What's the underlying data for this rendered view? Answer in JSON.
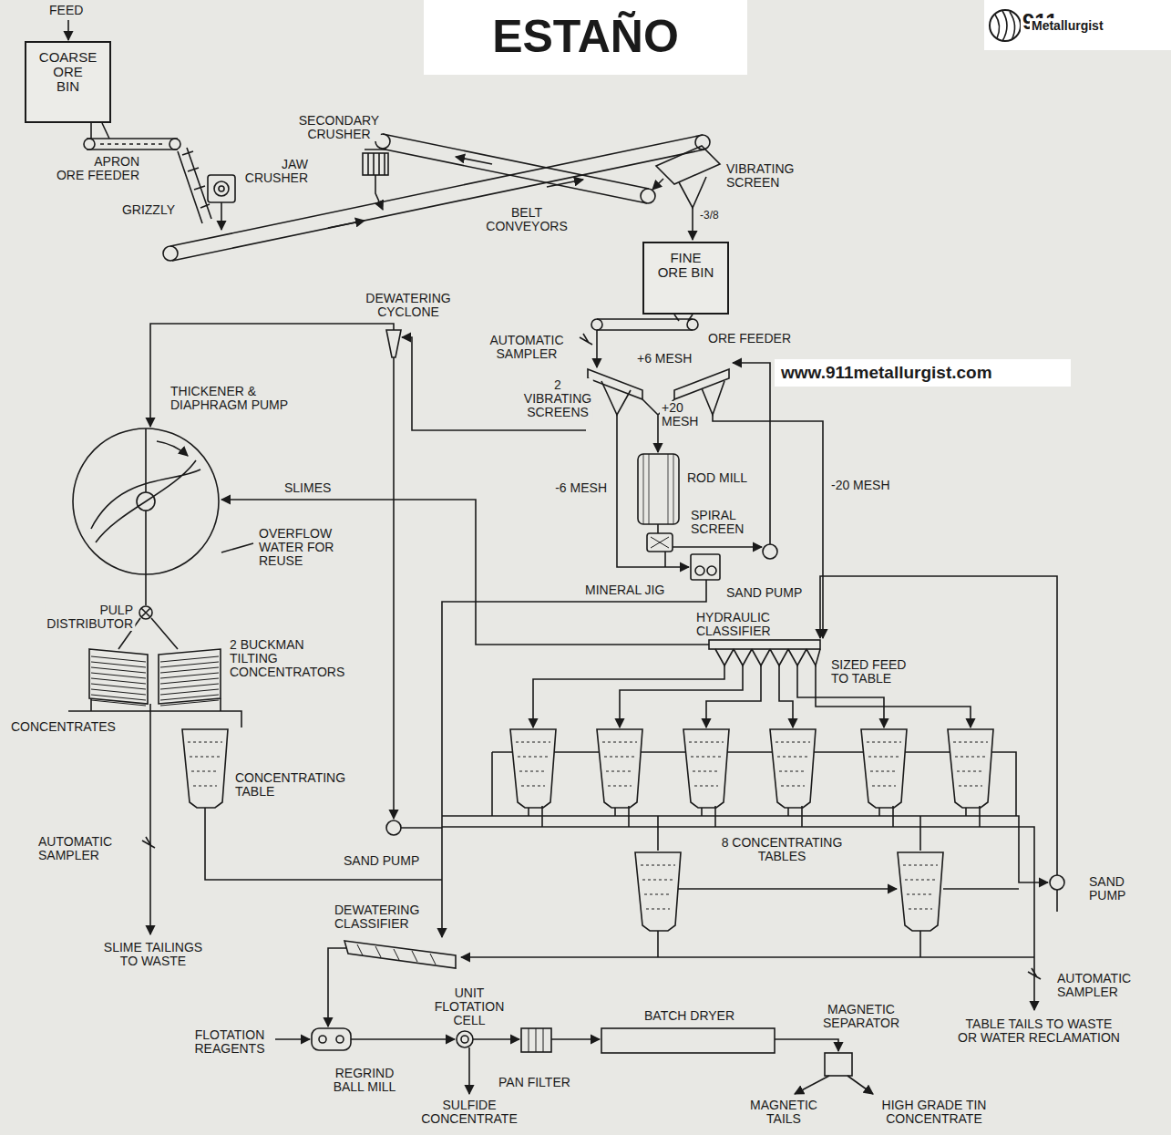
{
  "diagram": {
    "title": "ESTAÑO",
    "nodes": [
      {
        "text": [
          "COARSE ORE BIN"
        ]
      },
      {
        "text": [
          "FINE ORE BIN"
        ]
      }
    ],
    "labels": [
      "911",
      "Metallurgist",
      "FEED",
      "SECONDARY CRUSHER",
      "JAW CRUSHER",
      "APRON ORE FEEDER",
      "GRIZZLY",
      "VIBRATING SCREEN",
      "BELT CONVEYORS",
      "-3/8",
      "DEWATERING CYCLONE",
      "AUTOMATIC SAMPLER",
      "ORE FEEDER",
      "+6 MESH",
      "www.911metallurgist.com",
      "2 VIBRATING SCREENS",
      "+20 MESH",
      "THICKENER & DIAPHRAGM PUMP",
      "ROD MILL",
      "-6 MESH",
      "-20 MESH",
      "SLIMES",
      "SPIRAL SCREEN",
      "OVERFLOW WATER FOR REUSE",
      "MINERAL JIG",
      "SAND PUMP",
      "PULP DISTRIBUTOR",
      "HYDRAULIC CLASSIFIER",
      "2 BUCKMAN TILTING CONCENTRATORS",
      "SIZED FEED TO TABLE",
      "CONCENTRATES",
      "CONCENTRATING TABLE",
      "8 CONCENTRATING TABLES",
      "AUTOMATIC SAMPLER",
      "SAND PUMP",
      "SAND PUMP",
      "DEWATERING CLASSIFIER",
      "SLIME TAILINGS TO WASTE",
      "UNIT FLOTATION CELL",
      "AUTOMATIC SAMPLER",
      "BATCH DRYER",
      "MAGNETIC SEPARATOR",
      "TABLE TAILS TO WASTE OR WATER RECLAMATION",
      "FLOTATION REAGENTS",
      "REGRIND BALL MILL",
      "PAN FILTER",
      "SULFIDE CONCENTRATE",
      "MAGNETIC TAILS",
      "HIGH GRADE TIN CONCENTRATE"
    ]
  }
}
